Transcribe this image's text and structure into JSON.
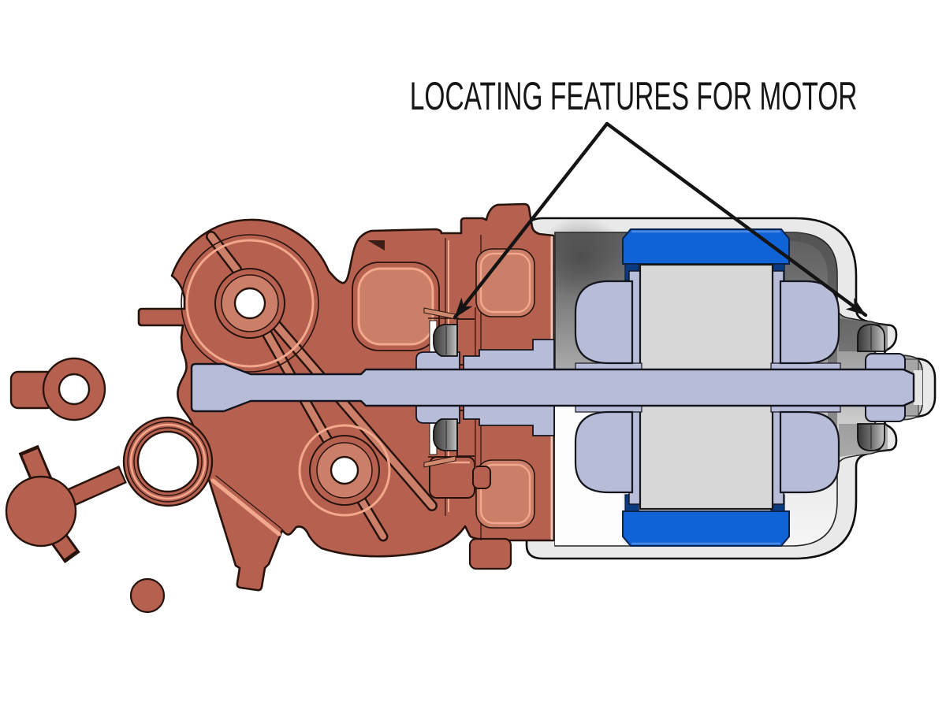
{
  "annotation": {
    "label": "LOCATING FEATURES FOR MOTOR",
    "pointer_targets": [
      "gearbox-side-bearing-pocket",
      "end-cap-bearing-pocket"
    ]
  },
  "palette": {
    "background": "#ffffff",
    "ink": "#161616",
    "outline": "#27130c",
    "salmon": "#b66150",
    "salmon-light": "#cb7f69",
    "salmon-hi": "#f2a88c",
    "salmon-deep": "#6b2c1e",
    "lavender": "#b7bdd8",
    "lavender-dark": "#16161f",
    "steel-core": "#d7d7d7",
    "magnet-blue": "#1063d6",
    "magnet-blue-deep": "#0a3a80",
    "magnet-blue-edge": "#06244d",
    "can-fill": "#e9e9e9",
    "can-edge": "#0d0d0d",
    "interior-dark": "#5c5c5c",
    "interior-mid": "#a6a6a6",
    "interior-light": "#f6f6f6",
    "bearing-dark": "#383838",
    "bearing-light": "#c6c6c6",
    "brush-red": "#7e241c"
  },
  "parts": [
    {
      "name": "gearbox-housing",
      "fill": "salmon"
    },
    {
      "name": "motor-can",
      "fill": "can-fill"
    },
    {
      "name": "field-magnet-top",
      "fill": "magnet-blue"
    },
    {
      "name": "field-magnet-bottom",
      "fill": "magnet-blue"
    },
    {
      "name": "armature-core",
      "fill": "steel-core"
    },
    {
      "name": "armature-windings",
      "fill": "lavender"
    },
    {
      "name": "commutator",
      "fill": "lavender"
    },
    {
      "name": "motor-shaft",
      "fill": "lavender"
    },
    {
      "name": "front-bearing",
      "fill": "bearing-dark"
    },
    {
      "name": "rear-bearing",
      "fill": "bearing-dark"
    }
  ]
}
